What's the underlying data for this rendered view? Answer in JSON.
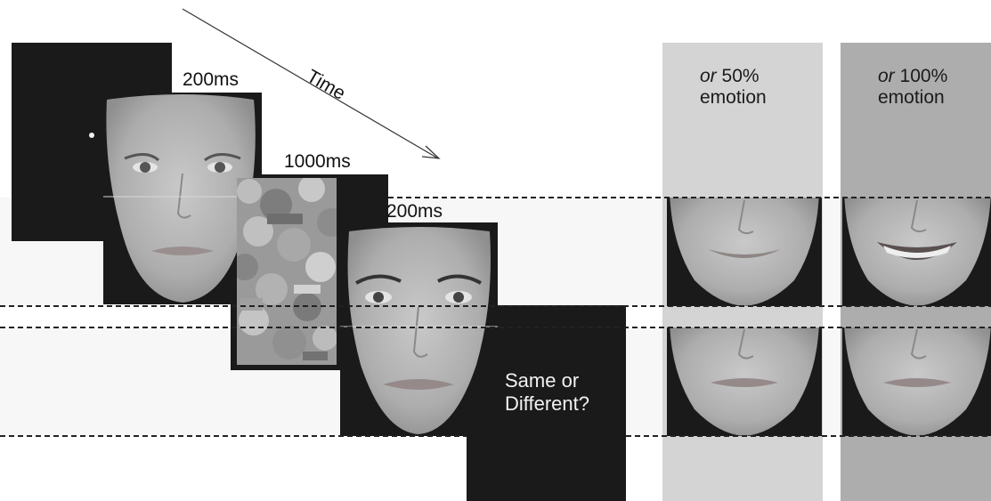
{
  "timeline": {
    "time_label": "Time",
    "duration_1": "200ms",
    "duration_2": "1000ms",
    "duration_3": "200ms"
  },
  "response_screen": {
    "line1": "Same or",
    "line2": "Different?"
  },
  "conditions": [
    {
      "prefix": "or",
      "value": "50%",
      "suffix": "emotion"
    },
    {
      "prefix": "or",
      "value": "100%",
      "suffix": "emotion"
    }
  ],
  "colors": {
    "screen": "#1a1a1a",
    "band": "#f7f7f7",
    "column_50": "#d4d4d4",
    "column_100": "#adadad",
    "face_skin": "#b9b9b9"
  }
}
